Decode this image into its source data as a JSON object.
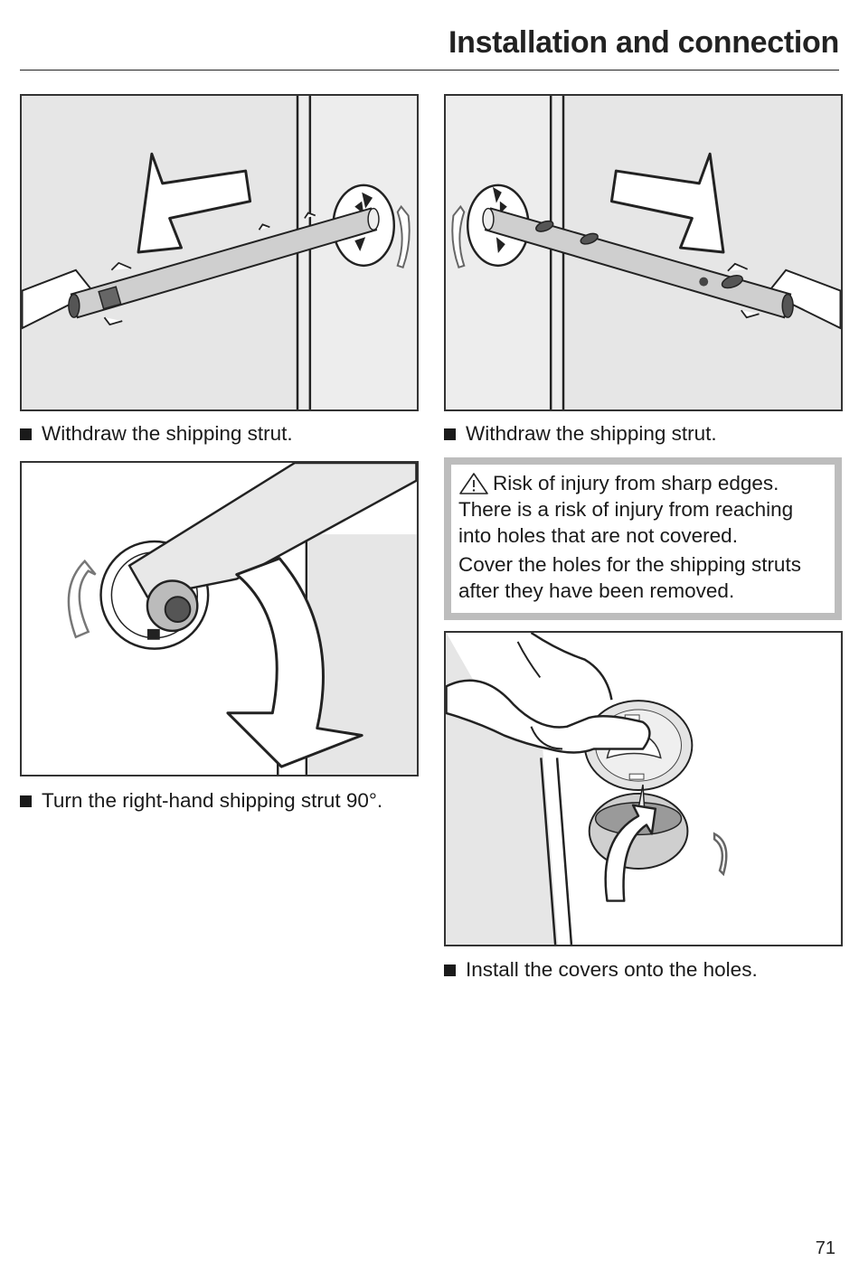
{
  "header": {
    "title": "Installation and connection"
  },
  "steps": {
    "withdraw_left": "Withdraw the shipping strut.",
    "turn_right": "Turn the right-hand shipping strut 90°.",
    "withdraw_right": "Withdraw the shipping strut.",
    "install_covers": "Install the covers onto the holes."
  },
  "warning": {
    "icon": "warning-triangle-icon",
    "title": "Risk of injury from sharp edges.",
    "line1": "There is a risk of injury from reaching into holes that are not covered.",
    "line2": "Cover the holes for the shipping struts after they have been removed."
  },
  "footer": {
    "page_number": "71"
  },
  "colors": {
    "panel_bg": "#e6e6e6",
    "warning_border": "#bdbdbd",
    "text": "#1a1a1a"
  }
}
